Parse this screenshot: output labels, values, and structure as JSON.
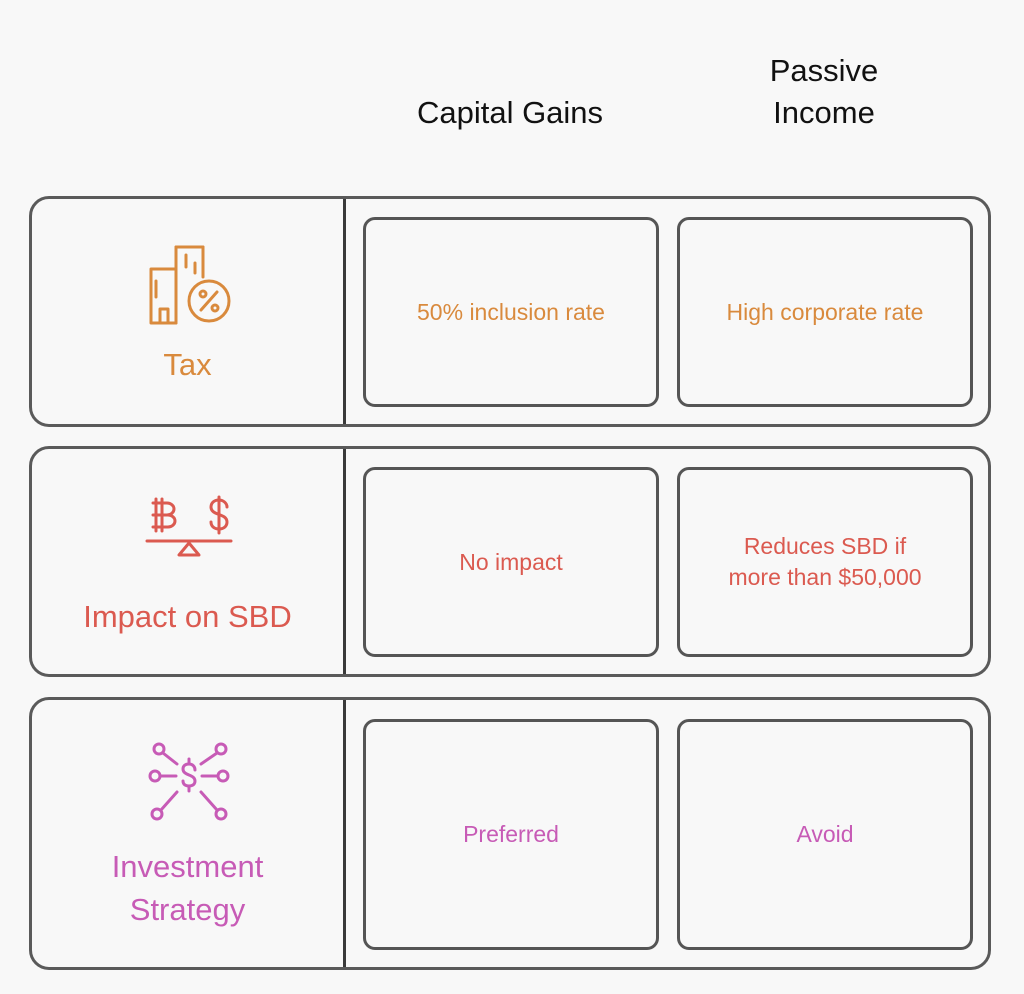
{
  "columns": {
    "capital_gains": "Capital Gains",
    "passive_income": "Passive\nIncome"
  },
  "colors": {
    "tax": "#d98a3d",
    "sbd": "#db5a50",
    "strategy": "#c75bb6",
    "border": "#555555"
  },
  "rows": [
    {
      "label": "Tax",
      "icon": "building-percent-icon",
      "capital_gains": "50% inclusion rate",
      "passive_income": "High corporate rate"
    },
    {
      "label": "Impact on SBD",
      "icon": "currency-balance-icon",
      "capital_gains": "No impact",
      "passive_income": "Reduces SBD if\nmore than $50,000"
    },
    {
      "label": "Investment\nStrategy",
      "icon": "dollar-network-icon",
      "capital_gains": "Preferred",
      "passive_income": "Avoid"
    }
  ]
}
